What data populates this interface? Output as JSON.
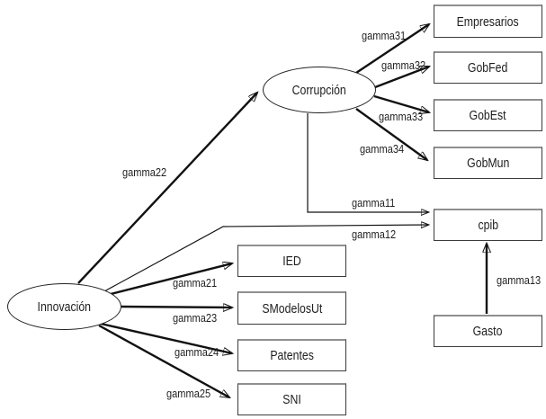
{
  "diagram": {
    "nodes": {
      "innovacion": {
        "label": "Innovación",
        "shape": "ellipse"
      },
      "corrupcion": {
        "label": "Corrupción",
        "shape": "ellipse"
      },
      "empresarios": {
        "label": "Empresarios",
        "shape": "rect"
      },
      "gobfed": {
        "label": "GobFed",
        "shape": "rect"
      },
      "gobest": {
        "label": "GobEst",
        "shape": "rect"
      },
      "gobmun": {
        "label": "GobMun",
        "shape": "rect"
      },
      "cpib": {
        "label": "cpib",
        "shape": "rect"
      },
      "ied": {
        "label": "IED",
        "shape": "rect"
      },
      "smodelosut": {
        "label": "SModelosUt",
        "shape": "rect"
      },
      "patentes": {
        "label": "Patentes",
        "shape": "rect"
      },
      "sni": {
        "label": "SNI",
        "shape": "rect"
      },
      "gasto": {
        "label": "Gasto",
        "shape": "rect"
      }
    },
    "edges": {
      "gamma11": {
        "label": "gamma11",
        "from": "Corrupción",
        "to": "cpib"
      },
      "gamma12": {
        "label": "gamma12",
        "from": "Innovación",
        "to": "cpib"
      },
      "gamma13": {
        "label": "gamma13",
        "from": "Gasto",
        "to": "cpib"
      },
      "gamma21": {
        "label": "gamma21",
        "from": "Innovación",
        "to": "IED"
      },
      "gamma22": {
        "label": "gamma22",
        "from": "Innovación",
        "to": "Corrupción"
      },
      "gamma23": {
        "label": "gamma23",
        "from": "Innovación",
        "to": "SModelosUt"
      },
      "gamma24": {
        "label": "gamma24",
        "from": "Innovación",
        "to": "Patentes"
      },
      "gamma25": {
        "label": "gamma25",
        "from": "Innovación",
        "to": "SNI"
      },
      "gamma31": {
        "label": "gamma31",
        "from": "Corrupción",
        "to": "Empresarios"
      },
      "gamma32": {
        "label": "gamma32",
        "from": "Corrupción",
        "to": "GobFed"
      },
      "gamma33": {
        "label": "gamma33",
        "from": "Corrupción",
        "to": "GobEst"
      },
      "gamma34": {
        "label": "gamma34",
        "from": "Corrupción",
        "to": "GobMun"
      }
    },
    "colors": {
      "line": "#111111",
      "box_border": "#3c3c3c",
      "box_top_edge": "#8f8f8f",
      "text": "#1d1d1d",
      "background": "#ffffff"
    }
  }
}
